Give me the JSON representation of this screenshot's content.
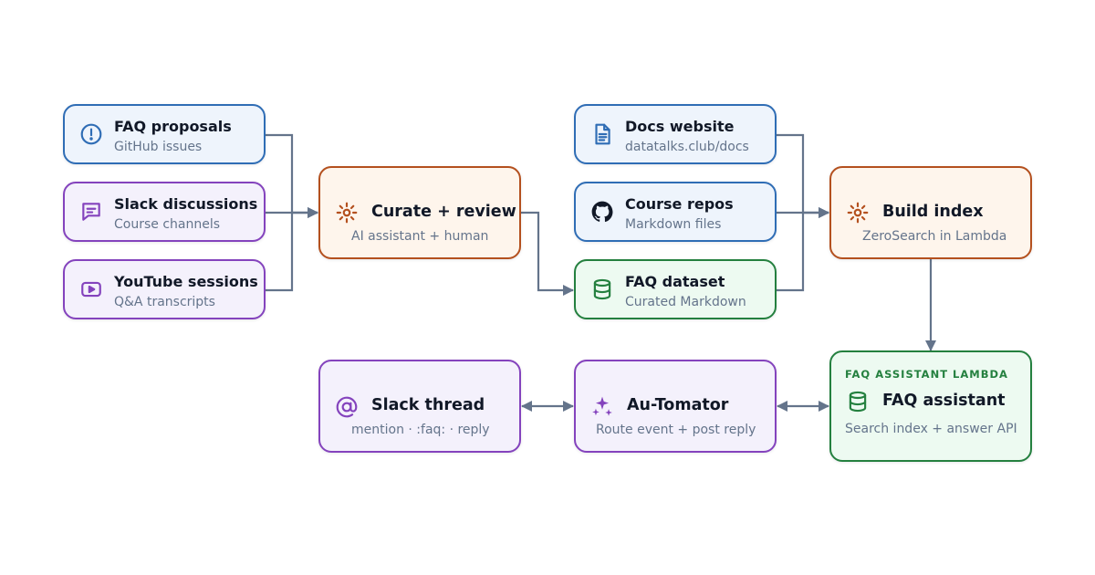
{
  "diagram": {
    "nodes": {
      "faq_proposals": {
        "title": "FAQ proposals",
        "subtitle": "GitHub issues",
        "icon": "alert-circle-icon"
      },
      "slack_discussions": {
        "title": "Slack discussions",
        "subtitle": "Course channels",
        "icon": "message-square-icon"
      },
      "youtube_sessions": {
        "title": "YouTube sessions",
        "subtitle": "Q&A transcripts",
        "icon": "youtube-icon"
      },
      "curate_review": {
        "title": "Curate + review",
        "subtitle": "AI assistant + human",
        "icon": "gear-icon"
      },
      "docs_website": {
        "title": "Docs website",
        "subtitle": "datatalks.club/docs",
        "icon": "document-icon"
      },
      "course_repos": {
        "title": "Course repos",
        "subtitle": "Markdown files",
        "icon": "github-icon"
      },
      "faq_dataset": {
        "title": "FAQ dataset",
        "subtitle": "Curated Markdown",
        "icon": "database-icon"
      },
      "build_index": {
        "title": "Build index",
        "subtitle": "ZeroSearch in Lambda",
        "icon": "gear-icon"
      },
      "faq_assistant": {
        "eyebrow": "FAQ ASSISTANT LAMBDA",
        "title": "FAQ assistant",
        "subtitle": "Search index + answer API",
        "icon": "database-icon"
      },
      "au_tomator": {
        "title": "Au-Tomator",
        "subtitle": "Route event + post reply",
        "icon": "sparkles-icon"
      },
      "slack_thread": {
        "title": "Slack thread",
        "subtitle": "mention · :faq: · reply",
        "icon": "at-sign-icon"
      }
    },
    "edges": [
      {
        "from": "faq_proposals",
        "to": "curate_review",
        "direction": "forward"
      },
      {
        "from": "slack_discussions",
        "to": "curate_review",
        "direction": "forward"
      },
      {
        "from": "youtube_sessions",
        "to": "curate_review",
        "direction": "forward"
      },
      {
        "from": "curate_review",
        "to": "faq_dataset",
        "direction": "forward"
      },
      {
        "from": "docs_website",
        "to": "build_index",
        "direction": "forward"
      },
      {
        "from": "course_repos",
        "to": "build_index",
        "direction": "forward"
      },
      {
        "from": "faq_dataset",
        "to": "build_index",
        "direction": "forward"
      },
      {
        "from": "build_index",
        "to": "faq_assistant",
        "direction": "forward"
      },
      {
        "from": "faq_assistant",
        "to": "au_tomator",
        "direction": "both"
      },
      {
        "from": "au_tomator",
        "to": "slack_thread",
        "direction": "both"
      }
    ]
  },
  "colors": {
    "source_blue": "#2f6db5",
    "source_purple": "#8443bd",
    "process_orange": "#b4501e",
    "output_green": "#24803f",
    "connector": "#64748b"
  }
}
